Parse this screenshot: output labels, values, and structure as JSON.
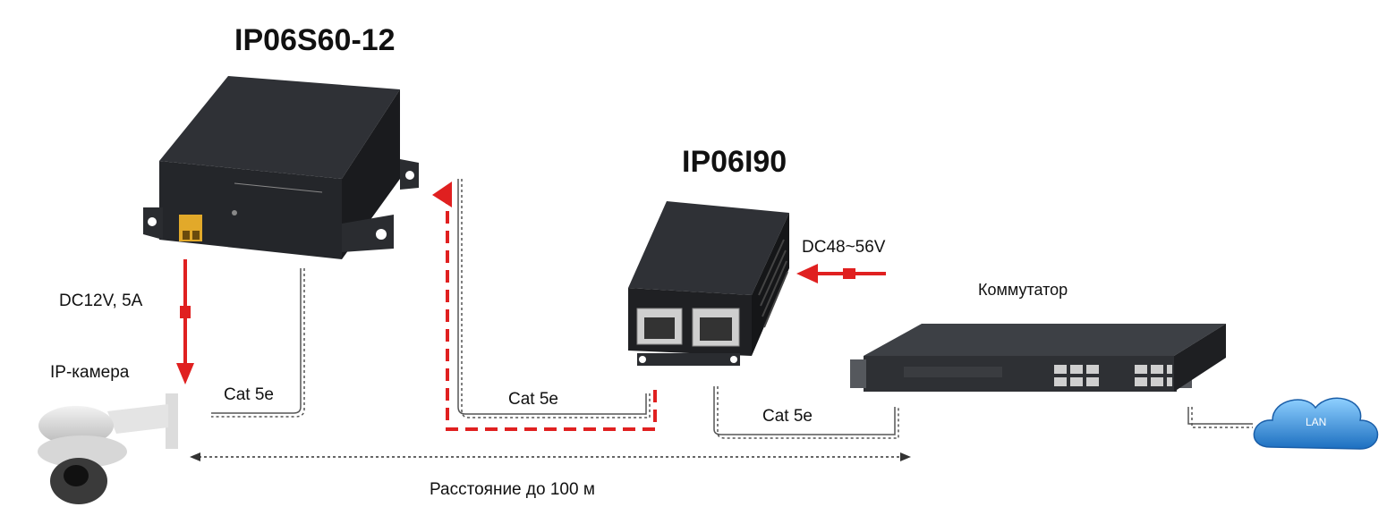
{
  "titles": {
    "splitter": "IP06S60-12",
    "injector": "IP06I90"
  },
  "labels": {
    "dc_camera": "DC12V, 5A",
    "dc_injector": "DC48~56V",
    "ip_camera": "IP-камера",
    "switch": "Коммутатор",
    "cable_1": "Cat 5e",
    "cable_2": "Cat 5e",
    "cable_3": "Cat 5e",
    "distance": "Расстояние до 100 м",
    "lan": "LAN"
  },
  "colors": {
    "power_arrow": "#e02020",
    "device_body": "#2b2d31",
    "lan_cloud": "#2a8fd6",
    "cable": "#555555"
  }
}
